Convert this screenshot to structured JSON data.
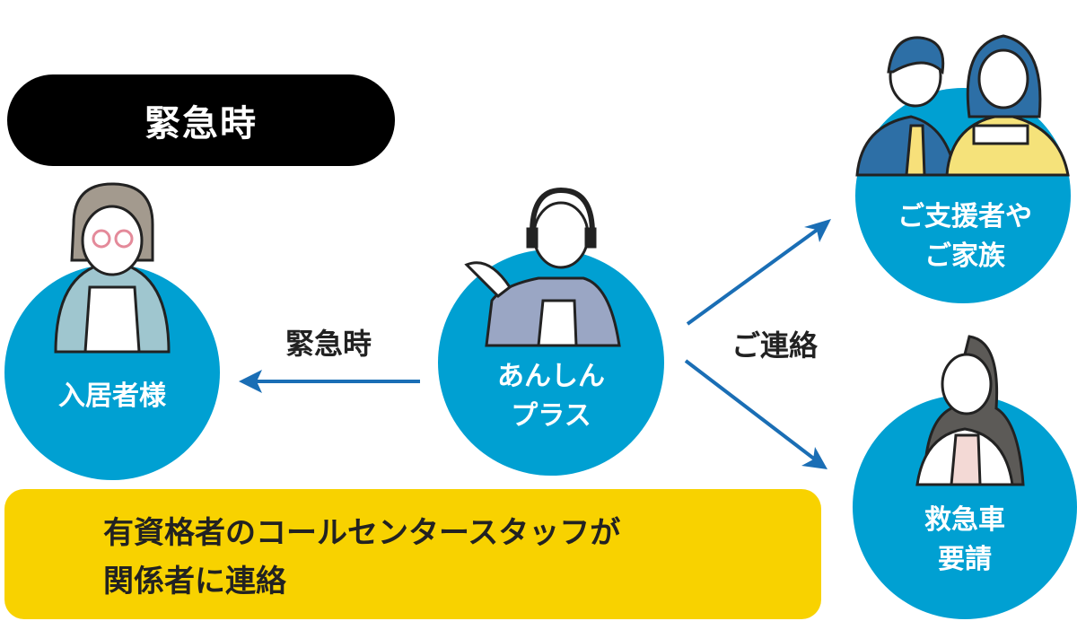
{
  "header": {
    "label": "緊急時"
  },
  "nodes": {
    "resident": {
      "label": "入居者様"
    },
    "center": {
      "label_line1": "あんしん",
      "label_line2": "プラス"
    },
    "family": {
      "label_line1": "ご支援者や",
      "label_line2": "ご家族"
    },
    "ambulance": {
      "label_line1": "救急車",
      "label_line2": "要請"
    }
  },
  "arrows": {
    "left_label": "緊急時",
    "right_label": "ご連絡"
  },
  "note": {
    "line1": "有資格者のコールセンタースタッフが",
    "line2": "関係者に連絡"
  },
  "colors": {
    "circle": "#00a0d2",
    "arrow": "#1a6eb5",
    "note": "#f8d200"
  }
}
